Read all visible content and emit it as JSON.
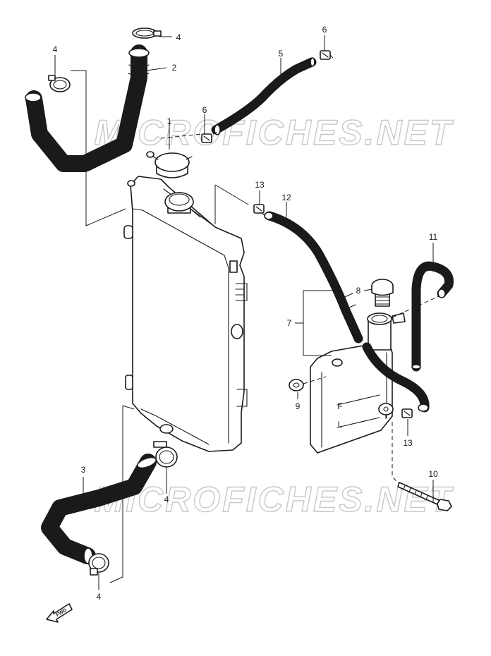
{
  "watermark": "MICROFICHES.NET",
  "callouts": {
    "c1": "1",
    "c2": "2",
    "c3": "3",
    "c4a": "4",
    "c4b": "4",
    "c4c": "4",
    "c4d": "4",
    "c5": "5",
    "c6a": "6",
    "c6b": "6",
    "c7": "7",
    "c8": "8",
    "c9": "9",
    "c10": "10",
    "c11": "11",
    "c12": "12",
    "c13a": "13",
    "c13b": "13"
  },
  "reservoir_marks": {
    "full": "F",
    "low": "L"
  },
  "fwd_badge": "FWD",
  "icons": {
    "fwd": "forward-arrow-icon"
  }
}
